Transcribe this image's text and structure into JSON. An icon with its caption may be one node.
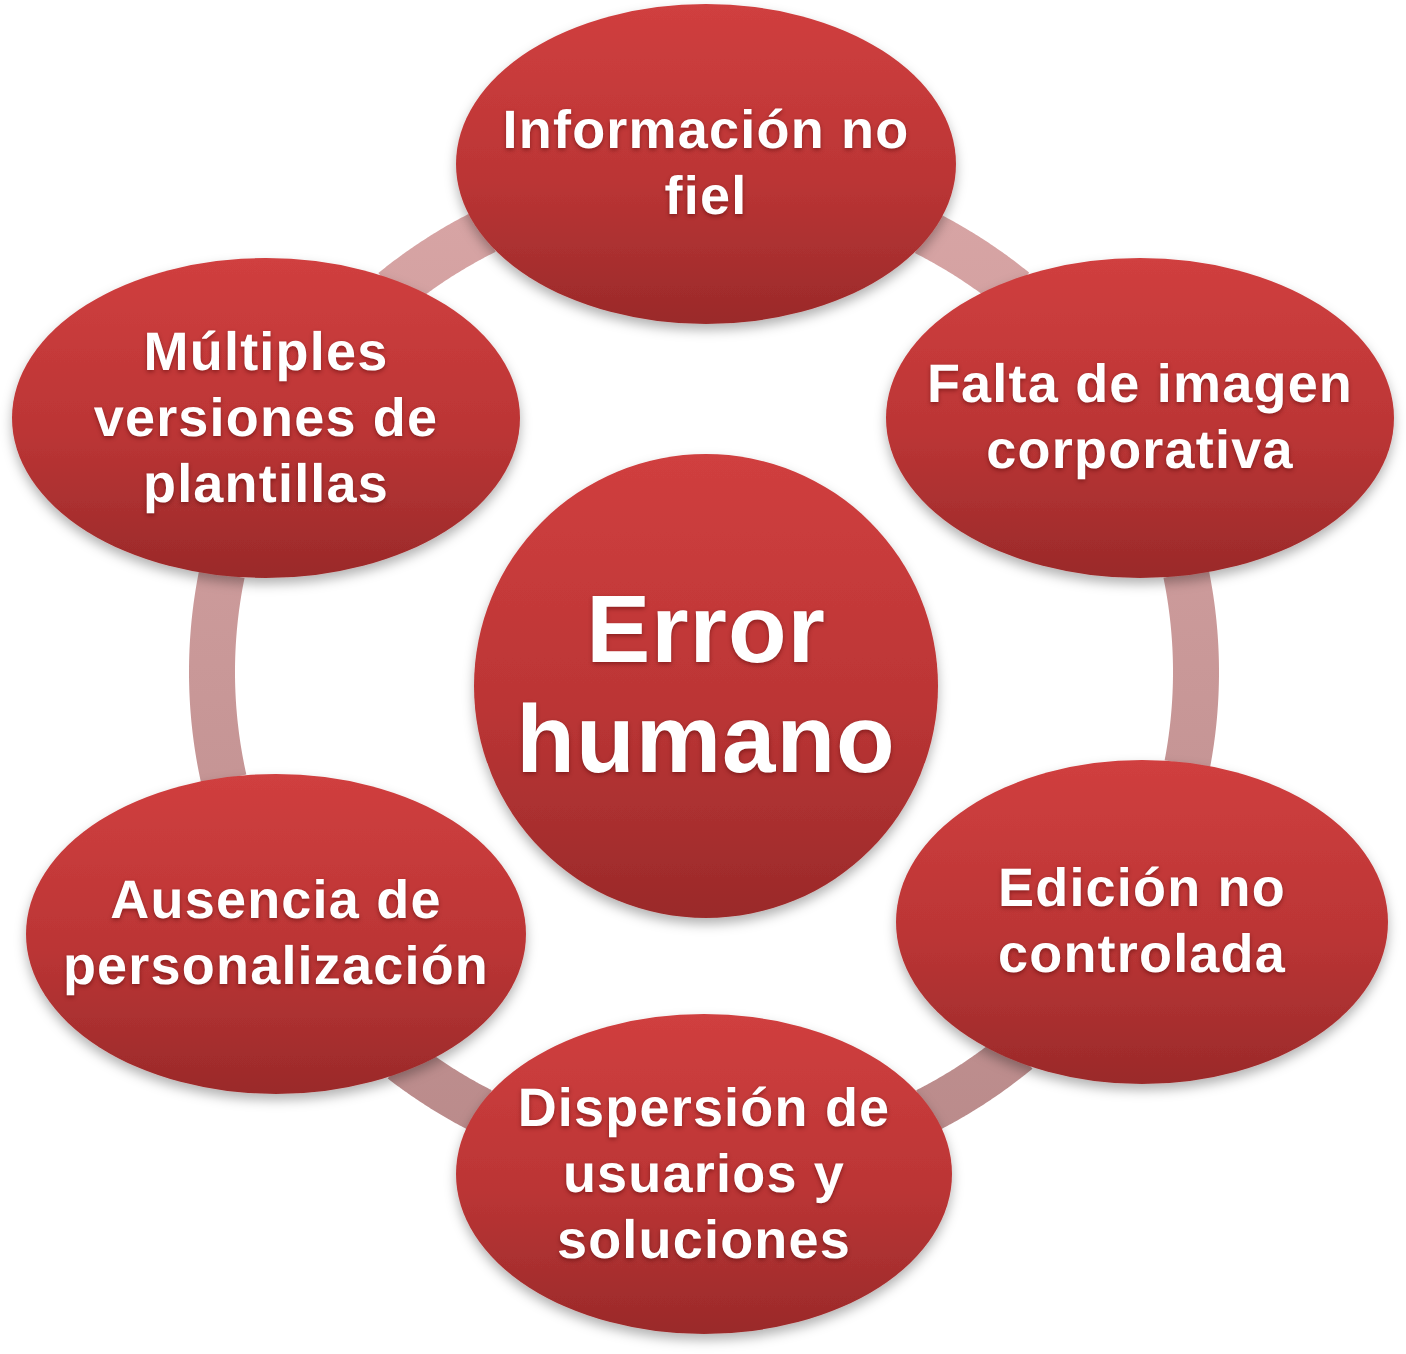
{
  "diagram": {
    "nodes": [
      {
        "text": [
          "Error humano"
        ]
      },
      {
        "text": [
          "Información no fiel"
        ]
      },
      {
        "text": [
          "Falta de imagen corporativa"
        ]
      },
      {
        "text": [
          "Edición no controlada"
        ]
      },
      {
        "text": [
          "Dispersión de usuarios y soluciones"
        ]
      },
      {
        "text": [
          "Ausencia de personalización"
        ]
      },
      {
        "text": [
          "Múltiples versiones de plantillas"
        ]
      }
    ],
    "edges": [
      {
        "from": 1,
        "to": 2,
        "arrow": "none"
      },
      {
        "from": 2,
        "to": 3,
        "arrow": "none"
      },
      {
        "from": 3,
        "to": 4,
        "arrow": "none"
      },
      {
        "from": 4,
        "to": 5,
        "arrow": "none"
      },
      {
        "from": 5,
        "to": 6,
        "arrow": "none"
      },
      {
        "from": 6,
        "to": 1,
        "arrow": "none"
      }
    ]
  }
}
